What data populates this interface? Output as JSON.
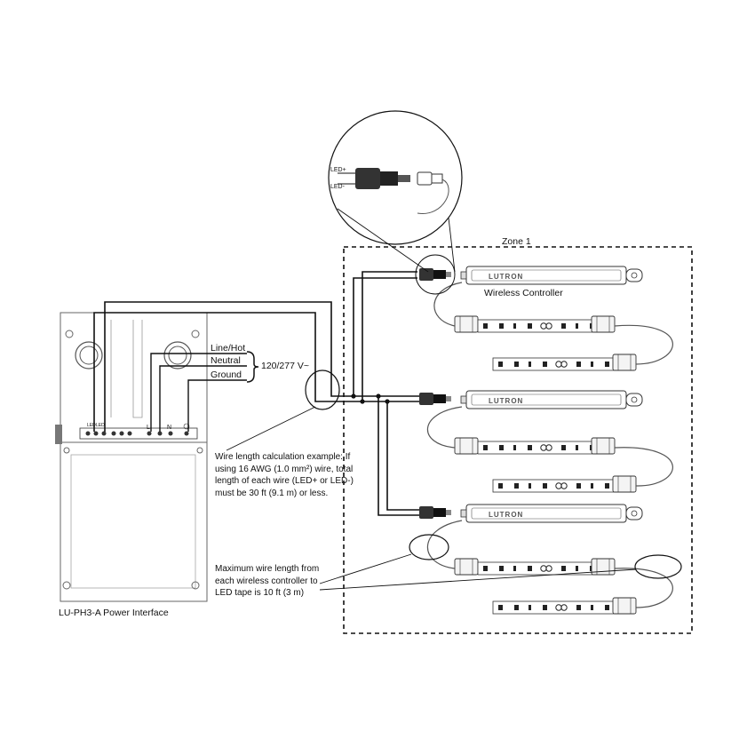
{
  "zone_label": "Zone 1",
  "controller_label": "Wireless Controller",
  "brand_logo": "LUTRON",
  "power_interface_label": "LU-PH3-A Power Interface",
  "wire_labels": {
    "line_hot": "Line/Hot",
    "neutral": "Neutral",
    "ground": "Ground",
    "voltage": "120/277 V~"
  },
  "connector_labels": {
    "led_plus": "LED+",
    "led_minus": "LED-"
  },
  "terminal_labels": {
    "led": "LED",
    "l": "L",
    "n": "N"
  },
  "notes": {
    "wire_length_calc": "Wire length calculation example: If using 16 AWG (1.0 mm²) wire, total length of each wire (LED+ or LED-) must be 30 ft (9.1 m) or less.",
    "max_wire_length": "Maximum wire length from each wireless controller to LED tape is 10 ft (3 m)"
  }
}
